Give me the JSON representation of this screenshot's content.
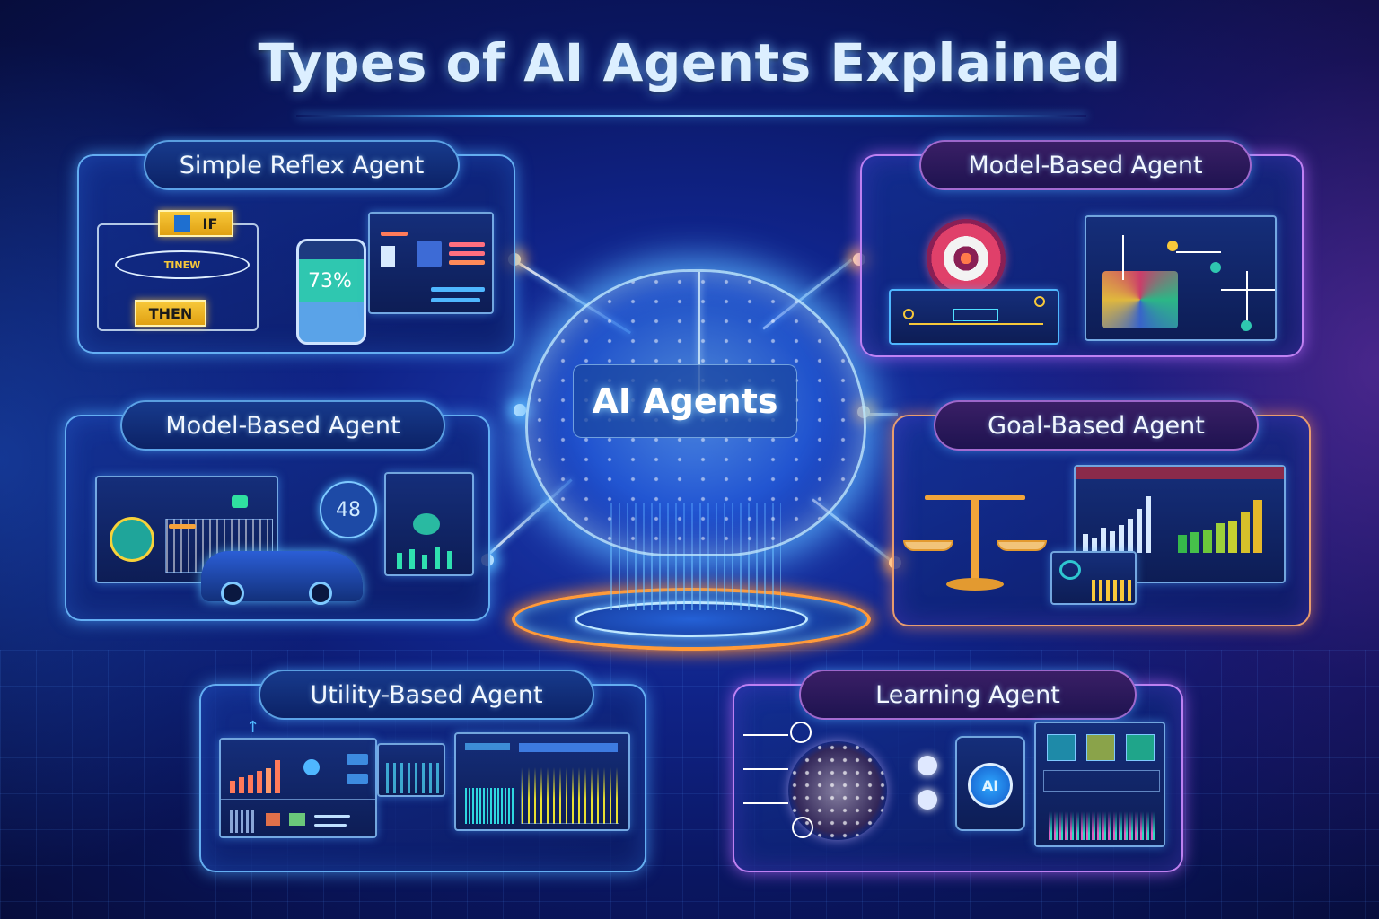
{
  "title": "Types of AI Agents Explained",
  "center": {
    "label": "AI Agents",
    "icon": "brain-icon"
  },
  "panels": [
    {
      "id": "simple-reflex",
      "label": "Simple Reflex Agent",
      "flow": {
        "if_label": "IF",
        "middle_label": "TINEW",
        "then_label": "THEN"
      },
      "phone_value": "73%",
      "icons": [
        "flowchart-icon",
        "smartphone-icon",
        "dashboard-icon"
      ]
    },
    {
      "id": "model-based-top",
      "label": "Model-Based Agent",
      "icons": [
        "target-icon",
        "circuit-icon",
        "map-tree-icon"
      ]
    },
    {
      "id": "model-based-left",
      "label": "Model-Based Agent",
      "bubble_value": "48",
      "icons": [
        "gauge-icon",
        "chart-icon",
        "car-icon",
        "dashboard-icon"
      ]
    },
    {
      "id": "goal-based",
      "label": "Goal-Based Agent",
      "icons": [
        "scales-icon",
        "bar-chart-icon",
        "growth-chart-icon"
      ]
    },
    {
      "id": "utility-based",
      "label": "Utility-Based Agent",
      "icons": [
        "trend-chart-icon",
        "dashboard-icon",
        "waveform-icon"
      ]
    },
    {
      "id": "learning",
      "label": "Learning Agent",
      "badge": "AI",
      "icons": [
        "neural-network-icon",
        "device-icon",
        "analytics-icon"
      ]
    }
  ],
  "colors": {
    "background": "#10248a",
    "panel_border_blue": "#6ebeff",
    "panel_border_purple": "#d28cff",
    "accent_orange": "#ff9a3a",
    "accent_yellow": "#f7c83a"
  }
}
